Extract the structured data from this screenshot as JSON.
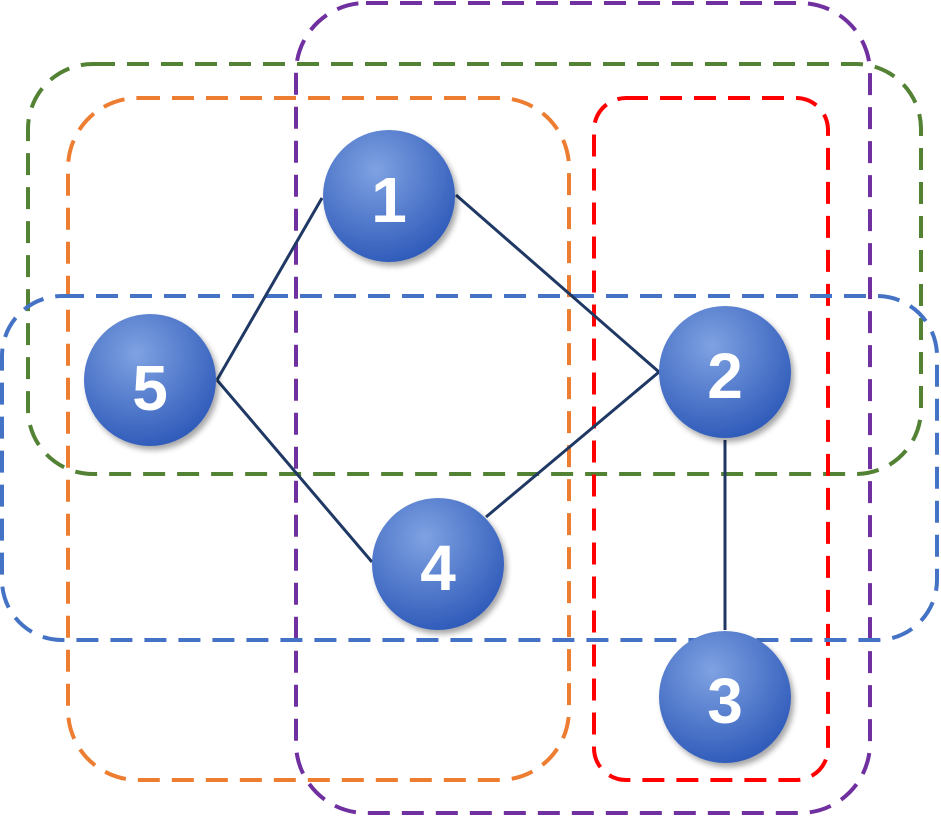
{
  "colors": {
    "purple": "#7030a0",
    "green": "#548235",
    "orange": "#ed7d31",
    "red": "#ff0000",
    "blue": "#4472c4",
    "edge": "#1f3864",
    "node_fill_top": "#6e93db",
    "node_fill_bottom": "#2e5cbf"
  },
  "nodes": [
    {
      "id": "1",
      "label": "1"
    },
    {
      "id": "2",
      "label": "2"
    },
    {
      "id": "3",
      "label": "3"
    },
    {
      "id": "4",
      "label": "4"
    },
    {
      "id": "5",
      "label": "5"
    }
  ],
  "edges": [
    {
      "from": "1",
      "to": "5"
    },
    {
      "from": "1",
      "to": "2"
    },
    {
      "from": "5",
      "to": "4"
    },
    {
      "from": "4",
      "to": "2"
    },
    {
      "from": "2",
      "to": "3"
    }
  ],
  "groups": [
    {
      "id": "purple",
      "color": "purple",
      "members": [
        "1",
        "4"
      ]
    },
    {
      "id": "green",
      "color": "green",
      "members": [
        "5",
        "1",
        "2"
      ]
    },
    {
      "id": "orange",
      "color": "orange",
      "members": [
        "5",
        "1",
        "4"
      ]
    },
    {
      "id": "red",
      "color": "red",
      "members": [
        "2",
        "3"
      ]
    },
    {
      "id": "blue",
      "color": "blue",
      "members": [
        "5",
        "4",
        "2"
      ]
    }
  ]
}
